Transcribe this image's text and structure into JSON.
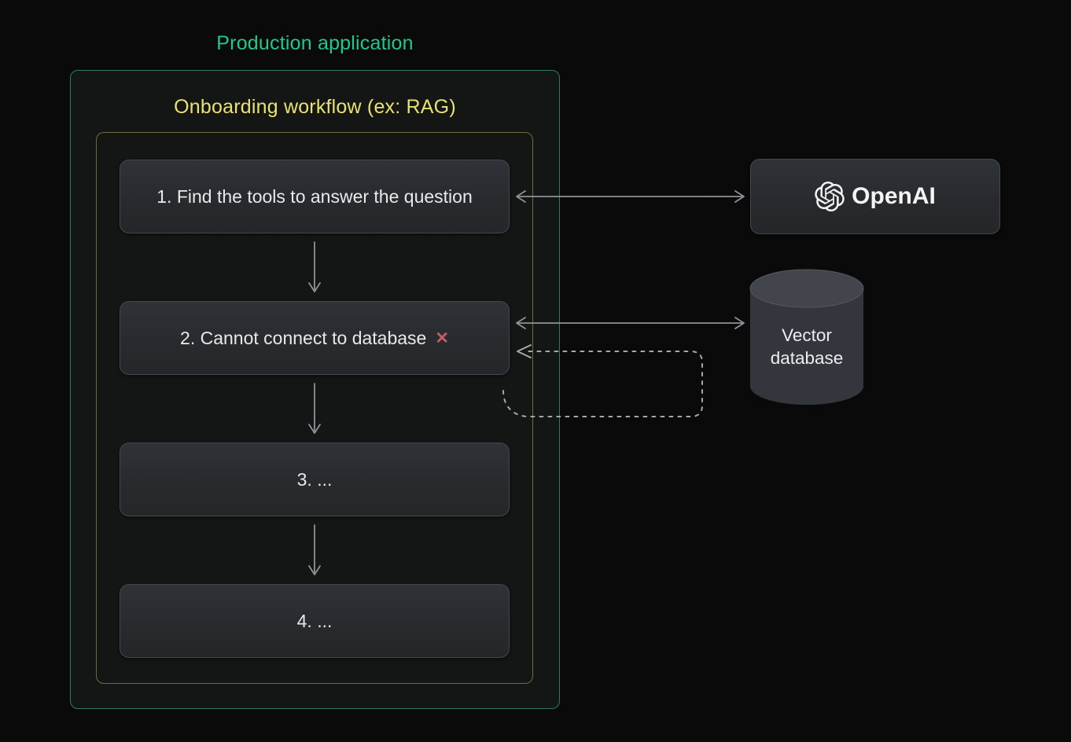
{
  "colors": {
    "background": "#0a0a0b",
    "production_border": "#2d7b61",
    "production_title_text": "#1ec98b",
    "workflow_border": "#6f6b41",
    "workflow_title_text": "#e9e272",
    "step_box_border": "#44474c",
    "step_box_text": "#e8e9eb",
    "solid_arrow": "#8f9297",
    "dashed_arrow": "#a6a8ab",
    "error_x": "#c25e65",
    "cylinder_body": "#33363c",
    "cylinder_top": "#42454b"
  },
  "diagram": {
    "production_title": "Production application",
    "workflow_title": "Onboarding workflow (ex: RAG)",
    "steps": [
      {
        "label": "1. Find the tools to answer the question"
      },
      {
        "label": "2. Cannot connect to database",
        "error_mark": "✕"
      },
      {
        "label": "3. ..."
      },
      {
        "label": "4. ..."
      }
    ],
    "services": {
      "openai_label": "OpenAI",
      "vector_db_label": "Vector database"
    }
  }
}
